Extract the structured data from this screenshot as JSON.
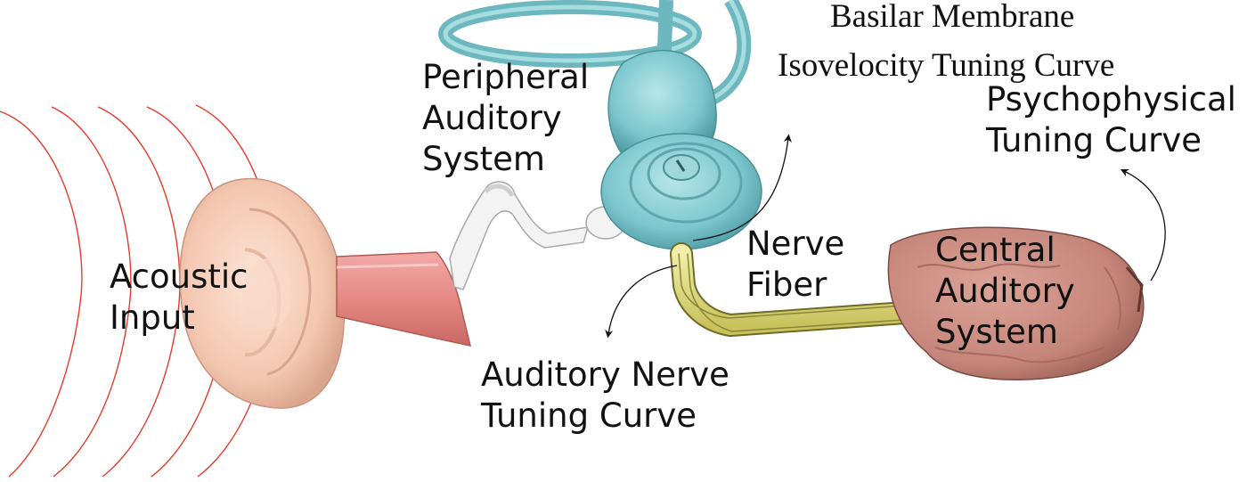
{
  "labels": {
    "acoustic_input": [
      "Acoustic",
      "Input"
    ],
    "peripheral_system": [
      "Peripheral",
      "Auditory",
      "System"
    ],
    "basilar_membrane": [
      "Basilar Membrane",
      "Isovelocity Tuning Curve"
    ],
    "psychophysical": [
      "Psychophysical",
      "Tuning Curve"
    ],
    "nerve_fiber": [
      "Nerve",
      "Fiber"
    ],
    "central_system": [
      "Central",
      "Auditory",
      "System"
    ],
    "auditory_nerve": [
      "Auditory Nerve",
      "Tuning Curve"
    ]
  },
  "colors": {
    "sound_waves": "#e8392c",
    "outer_ear": "#f5c9b4",
    "ear_canal": "#e98f8c",
    "ossicles": "#f2f2f2",
    "cochlea": "#7fc8cf",
    "nerve_fiber": "#e6e08a",
    "brain": "#c98a7f",
    "arrows": "#111111"
  }
}
